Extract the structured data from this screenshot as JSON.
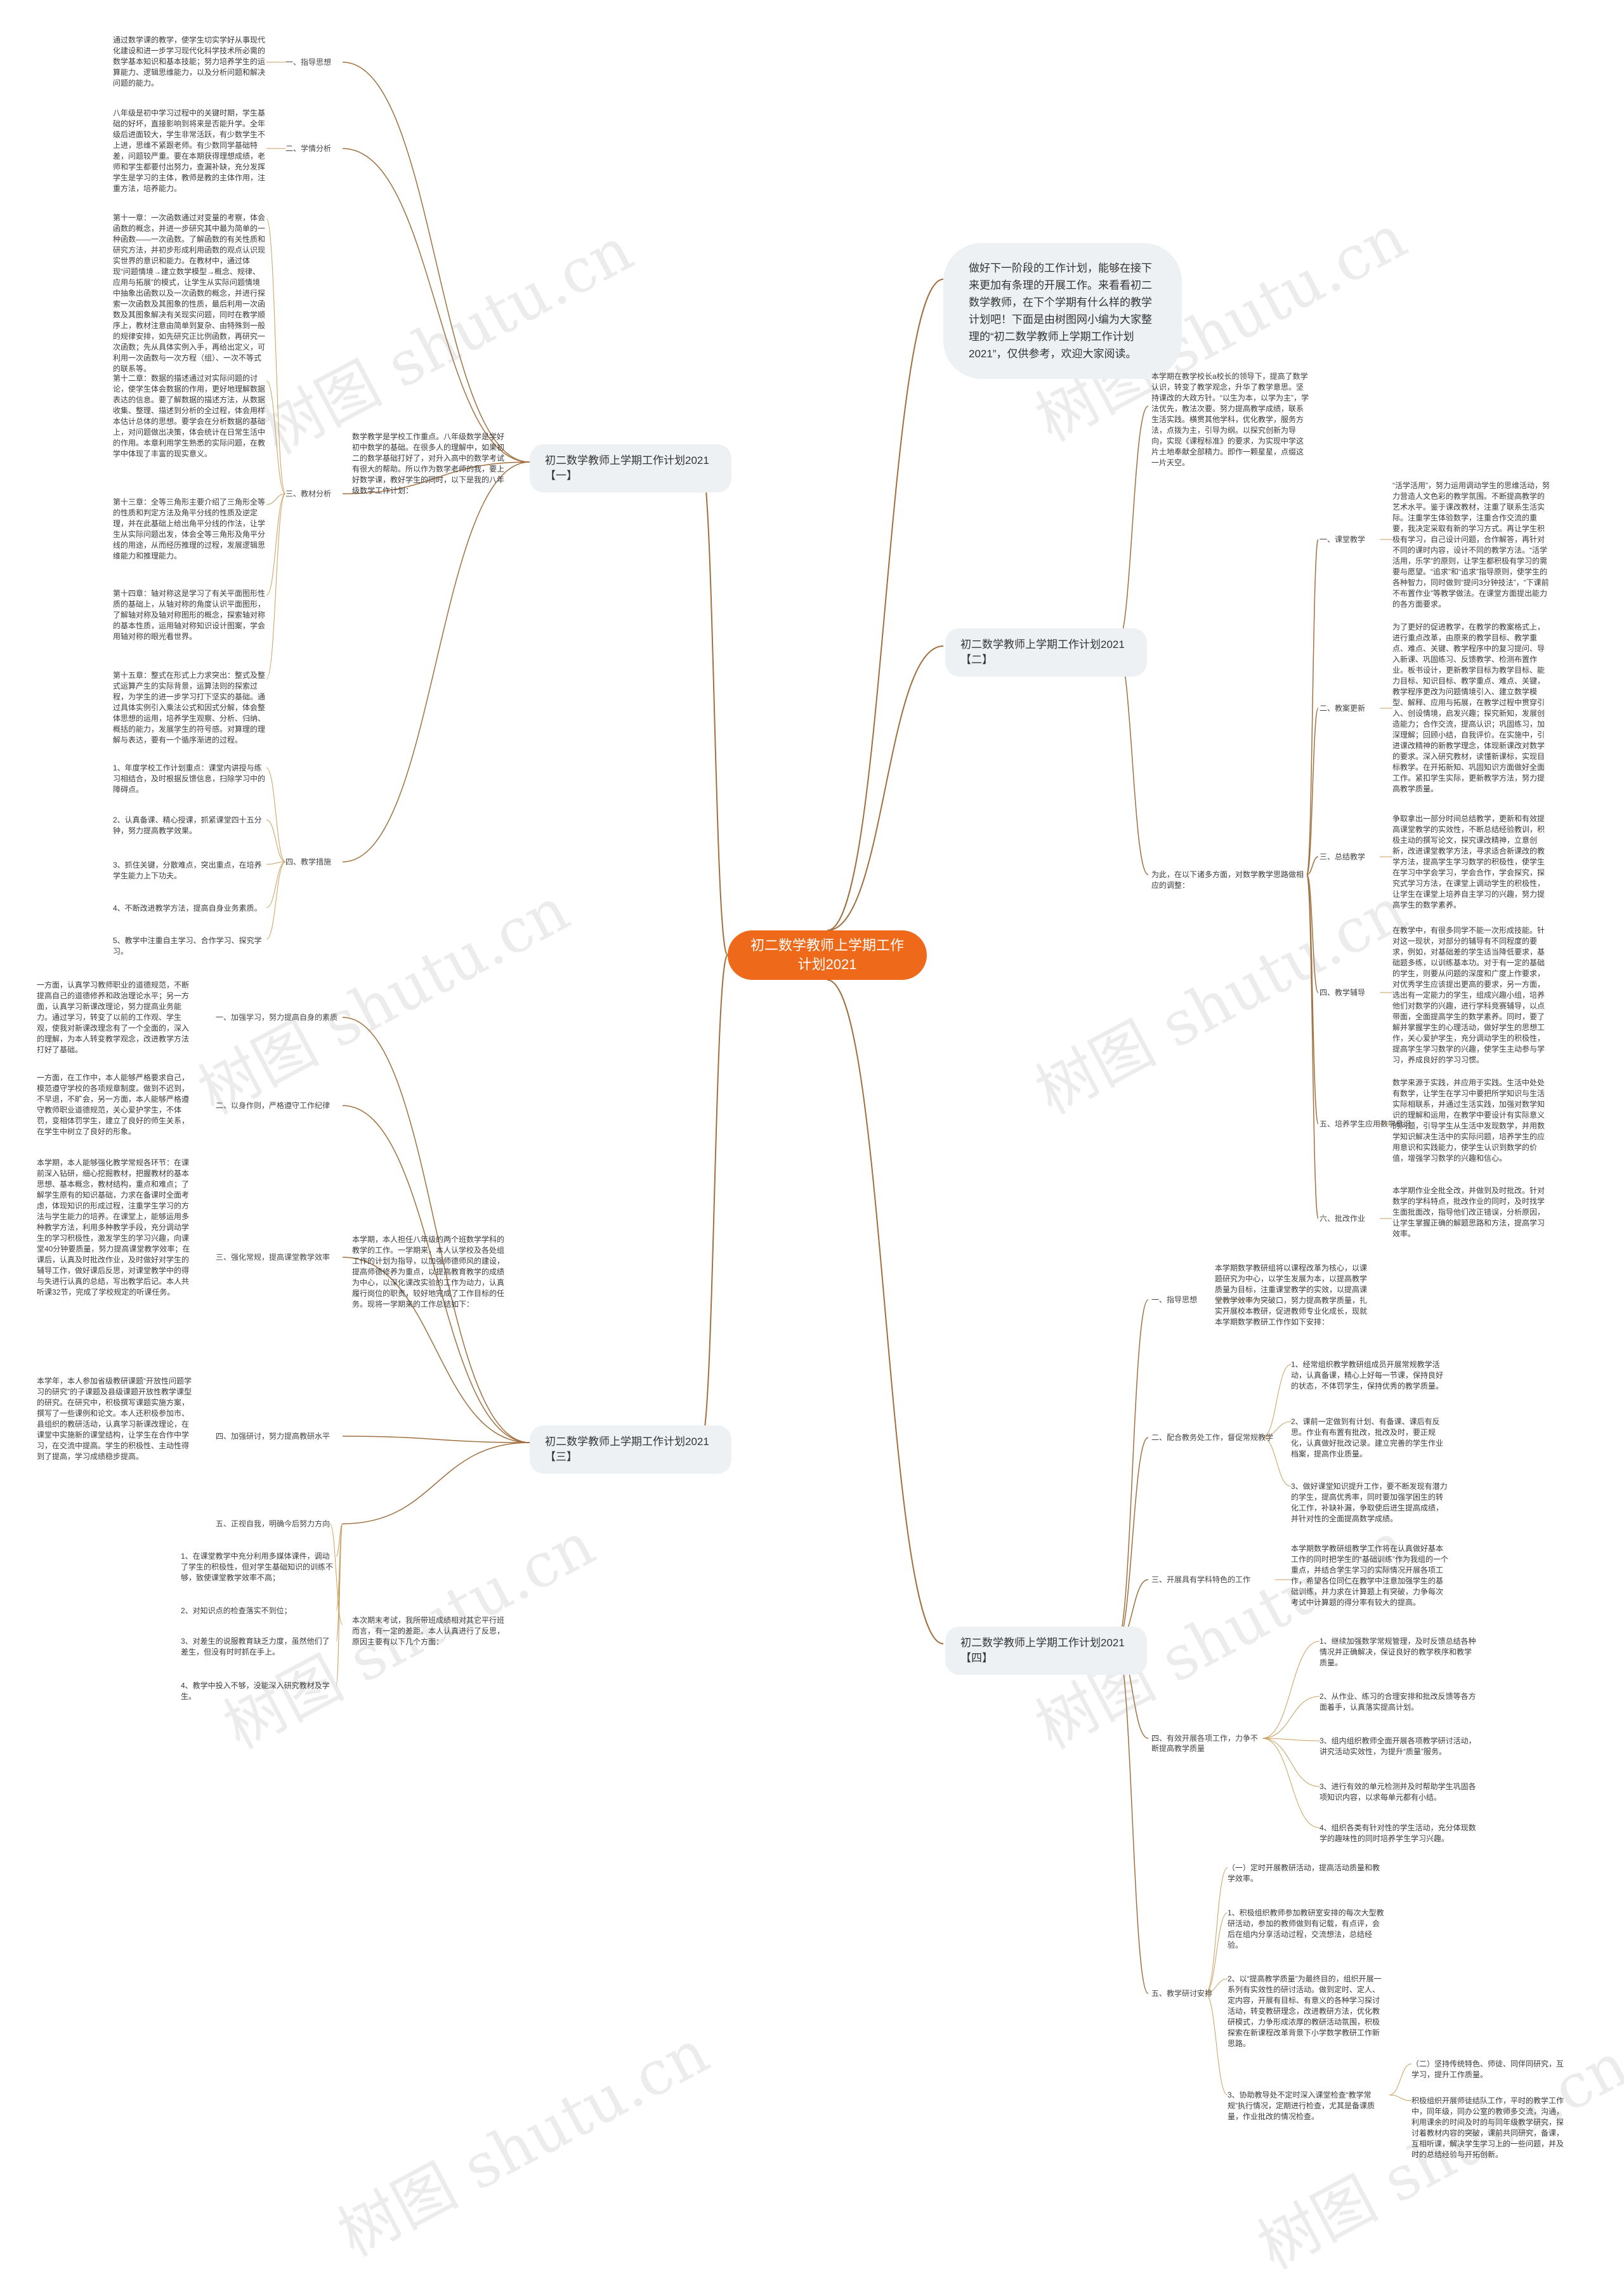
{
  "root": "初二数学教师上学期工作\n计划2021",
  "intro": "做好下一阶段的工作计划，能够在接下来更加有条理的开展工作。来看看初二数学教师，在下个学期有什么样的教学计划吧！下面是由树图网小编为大家整理的“初二数学教师上学期工作计划2021”，仅供参考，欢迎大家阅读。",
  "watermark": "树图 shutu.cn",
  "branches": {
    "b1": {
      "title": "初二数学教师上学期工作计划2021\n【一】",
      "summary": "数学教学是学校工作重点。八年级数学是学好初中数学的基础。在很多人的理解中，如果初二的数学基础打好了，对升入高中的数学考试有很大的帮助。所以作为数学老师的我，要上好数学课，教好学生的同时，以下是我的八年级数学工作计划：",
      "sections": [
        {
          "label": "一、指导思想",
          "text": "通过数学课的教学，使学生切实学好从事现代化建设和进一步学习现代化科学技术所必需的数学基本知识和基本技能；努力培养学生的运算能力、逻辑思维能力，以及分析问题和解决问题的能力。"
        },
        {
          "label": "二、学情分析",
          "text": "八年级是初中学习过程中的关键时期，学生基础的好坏，直接影响到将来是否能升学。全年级后进面较大，学生非常活跃，有少数学生不上进，思维不紧跟老师。有少数同学基础特差，问题较严重。要在本期获得理想成绩，老师和学生都要付出努力，查漏补缺，充分发挥学生是学习的主体，教师是教的主体作用，注重方法，培养能力。"
        },
        {
          "label": "三、教材分析",
          "items": [
            "第十一章：一次函数通过对变量的考察，体会函数的概念，并进一步研究其中最为简单的一种函数——一次函数。了解函数的有关性质和研究方法，并初步形成利用函数的观点认识现实世界的意识和能力。在教材中，通过体现“问题情境→建立数学模型→概念、规律、应用与拓展”的模式，让学生从实际问题情境中抽象出函数以及一次函数的概念，并进行探索一次函数及其图象的性质，最后利用一次函数及其图象解决有关现实问题，同时在教学顺序上，教材注意由简单到复杂、由特殊到一般的规律安排，如先研究正比例函数，再研究一次函数；先从具体实例入手，再给出定义，可利用一次函数与一次方程（组）、一次不等式的联系等。",
            "第十二章：数据的描述通过对实际问题的讨论，使学生体会数据的作用，更好地理解数据表达的信息。要了解数据的描述方法，从数据收集、整理、描述到分析的全过程，体会用样本估计总体的思想。要学会在分析数据的基础上，对问题做出决策，体会统计在日常生活中的作用。本章利用学生熟悉的实际问题，在教学中体现了丰富的现实意义。",
            "第十三章：全等三角形主要介绍了三角形全等的性质和判定方法及角平分线的性质及逆定理，并在此基础上给出角平分线的作法，让学生从实际问题出发，体会全等三角形及角平分线的用途，从而经历推理的过程，发展逻辑思维能力和推理能力。",
            "第十四章：轴对称这是学习了有关平面图形性质的基础上，从轴对称的角度认识平面图形，了解轴对称及轴对称图形的概念，探索轴对称的基本性质，运用轴对称知识设计图案，学会用轴对称的眼光看世界。",
            "第十五章：整式在形式上力求突出：整式及整式运算产生的实际背景，运算法则的探索过程，为学生的进一步学习打下坚实的基础。通过具体实例引入乘法公式和因式分解，体会整体思想的运用，培养学生观察、分析、归纳、概括的能力，发展学生的符号感。对算理的理解与表达，要有一个循序渐进的过程。"
          ]
        },
        {
          "label": "四、教学措施",
          "items": [
            "1、年度学校工作计划重点：课堂内讲授与练习相结合，及时根据反馈信息，扫除学习中的障碍点。",
            "2、认真备课、精心授课，抓紧课堂四十五分钟，努力提高教学效果。",
            "3、抓住关键，分散难点，突出重点，在培养学生能力上下功夫。",
            "4、不断改进教学方法，提高自身业务素质。",
            "5、教学中注重自主学习、合作学习、探究学习。"
          ]
        }
      ]
    },
    "b2": {
      "title": "初二数学教师上学期工作计划2021\n【二】",
      "summary": "本学期在教学校长a校长的领导下，提高了数学认识，转变了教学观念，升华了教学意思。坚持课改的大政方针。“以生为本，以学为主”，学法优先，教法次要。努力提高教学成绩，联系生活实践。横贯其他学科，优化教学，服务方法，点拨为主，引导为纲。以探究创新为导向，实现《课程标准》的要求，为实现中学这片土地奉献全部精力。即作一颗星星，点缀这一片天空。",
      "intro2": "为此，在以下诸多方面，对数学教学思路做相应的调整：",
      "sections": [
        {
          "label": "一、课堂教学",
          "text": "“活学活用”，努力运用调动学生的思维活动，努力营造人文色彩的教学氛围。不断提高教学的艺术水平。鉴于课改教材，注重了联系生活实际。注重学生体验数学，注重合作交流的重要，我决定采取有新的学习方式。再让学生积极有学习，自己设计问题，合作解答，再针对不同的课时内容，设计不同的教学方法。“活学活用，乐学”的原则，让学生都积极有学习的需要与愿望。“追求”和“追求”指导原则，使学生的各种智力，同时做到“提问3分钟技法”，“下课前不布置作业”等教学做法。在课堂方面提出能力的各方面要求。"
        },
        {
          "label": "二、教案更新",
          "text": "为了更好的促进教学，在教学的教案格式上，进行重点改革，由原来的教学目标、教学重点、难点、关键、教学程序中的复习提问、导入新课、巩固练习、反馈教学、检测布置作业。板书设计，更新教学目标为教学目标、能力目标、知识目标、教学重点、难点、关键，教学程序更改为问题情境引入、建立数学模型、解释、应用与拓展，在教学过程中贯穿引入、创设情境，启发兴趣；探究新知，发展创造能力；合作交流，提高认识；巩固练习，加深理解；回顾小结，自我评价。在实施中，引进课改精神的新教学理念，体现新课改对数学的要求。深入研究教材，读懂新课标，实现目标教学。在开拓新知、巩固知识方面做好全面工作。紧扣学生实际，更新教学方法，努力提高教学质量。"
        },
        {
          "label": "三、总结教学",
          "text": "争取拿出一部分时间总结教学，更新和有效提高课堂教学的实效性，不断总结经验教训，积极主动的撰写论文，探究课改精神，立意创新，改进课堂教学方法，寻求适合新课改的教学方法，提高学生学习数学的积极性，使学生在学习中学会学习，学会合作，学会探究，探究式学习方法，在课堂上调动学生的积极性，让学生在课堂上培养自主学习的兴趣，努力提高学生的数学素养。"
        },
        {
          "label": "四、教学辅导",
          "text": "在教学中，有很多同学不能一次形成技能。针对这一现状，对部分的辅导有不同程度的要求，例如，对基础差的学生适当降低要求，基础题多练，以训练基本功。对于有一定的基础的学生，则要从问题的深度和广度上作要求，对优秀学生应该提出更高的要求，另一方面，选出有一定能力的学生，组成兴趣小组，培养他们对数学的兴趣，进行学科竞赛辅导，以点带面，全面提高学生的数学素养。同时，要了解并掌握学生的心理活动，做好学生的思想工作，关心爱护学生，充分调动学生的积极性，提高学生学习数学的兴趣，使学生主动参与学习，养成良好的学习习惯。"
        },
        {
          "label": "五、培养学生应用数学意识",
          "text": "数学来源于实践，并应用于实践。生活中处处有数学，让学生在学习中要把所学知识与生活实际相联系，并通过生活实践，加强对数学知识的理解和运用，在教学中要设计有实际意义的问题，引导学生从生活中发现数学，并用数学知识解决生活中的实际问题，培养学生的应用意识和实践能力，使学生认识到数学的价值，增强学习数学的兴趣和信心。"
        },
        {
          "label": "六、批改作业",
          "text": "本学期作业全批全改，并做到及时批改。针对数学的学科特点，批改作业的同时，及时找学生面批面改，指导他们改正错误，分析原因，让学生掌握正确的解题思路和方法，提高学习效率。"
        }
      ]
    },
    "b3": {
      "title": "初二数学教师上学期工作计划2021\n【三】",
      "summary": "本学期，本人担任八年级的两个班数学学科的教学的工作。一学期来，本人认学校及各处组工作的计划为指导，以加强师德师风的建设，提高师德修养为重点，以提高教育教学的成绩为中心，以深化课改实验的工作为动力，认真履行岗位的职责，较好地完成了工作目标的任务。现将一学期来的工作总结如下：",
      "sections": [
        {
          "label": "一、加强学习，努力提高自身的素质",
          "text": "一方面，认真学习教师职业的道德规范，不断提高自己的道德修养和政治理论水平；另一方面，认真学习新课改理论，努力提高业务能力。通过学习，转变了以前的工作观、学生观，使我对新课改理念有了一个全面的，深入的理解，为本人转变教学观念，改进教学方法打好了基础。"
        },
        {
          "label": "二、以身作则，严格遵守工作纪律",
          "text": "一方面，在工作中，本人能够严格要求自己，模范遵守学校的各项规章制度。做到不迟到，不早退，不旷会，另一方面，本人能够严格遵守教师职业道德规范，关心爱护学生，不体罚，变相体罚学生，建立了良好的师生关系，在学生中树立了良好的形象。"
        },
        {
          "label": "三、强化常规，提高课堂教学效率",
          "text": "本学期，本人能够强化教学常规各环节：在课前深入钻研，细心挖掘教材，把握教材的基本思想、基本概念，教材结构，重点和难点；了解学生原有的知识基础，力求在备课时全面考虑，体现知识的形成过程，注重学生学习的方法与学生能力的培养。在课堂上，能够运用多种教学方法，利用多种教学手段，充分调动学生的学习积极性，激发学生的学习兴趣，向课堂40分钟要质量，努力提高课堂教学效率；在课后，认真及时批改作业，及时做好对学生的辅导工作，做好课后反思，对课堂教学中的得与失进行认真的总结，写出教学后记。本人共听课32节，完成了学校规定的听课任务。"
        },
        {
          "label": "四、加强研讨，努力提高教研水平",
          "text": "本学年，本人参加省级教研课题“开放性问题学习的研究”的子课题及县级课题开放性教学课型的研究。在研究中，积极撰写课题实施方案，撰写了一些课例和论文。本人还积极参加市、县组织的教研活动，认真学习新课改理论，在课堂中实施新的课堂结构，让学生在合作中学习，在交流中提高。学生的积极性、主动性得到了提高，学习成绩稳步提高。"
        },
        {
          "label": "五、正视自我，明确今后努力方向",
          "text": "本次期末考试，我所带班成绩相对其它平行班而言，有一定的差距。本人认真进行了反思，原因主要有以下几个方面：",
          "items": [
            "1、在课堂教学中充分利用多媒体课件，调动了学生的积极性，但对学生基础知识的训练不够，致使课堂教学效率不高；",
            "2、对知识点的检查落实不到位；",
            "3、对差生的说服教育缺乏力度，虽然他们了差生，但没有时时抓在手上。",
            "4、教学中投入不够，没能深入研究教材及学生。"
          ]
        }
      ]
    },
    "b4": {
      "title": "初二数学教师上学期工作计划2021\n【四】",
      "sections": [
        {
          "label": "一、指导思想",
          "text": "本学期数学教研组将以课程改革为核心，以课题研究为中心，以学生发展为本，以提高教学质量为目标，注重课堂教学的实效，以提高课堂教学效率为突破口，努力提高教学质量，扎实开展校本教研，促进教师专业化成长，现就本学期数学教研工作作如下安排："
        },
        {
          "label": "二、配合教务处工作，督促常规教学",
          "items": [
            "1、经常组织教学教研组成员开展常规教学活动，认真备课，精心上好每一节课，保持良好的状态，不体罚学生，保持优秀的教学质量。",
            "2、课前一定做到有计划、有备课、课后有反思。作业有布置有批改，批改及时，要正规化，认真做好批改记录。建立完善的学生作业档案，提高作业质量。",
            "3、做好课堂知识提升工作，要不断发现有潜力的学生，提高优秀率，同时要加强学困生的转化工作，补缺补漏，争取使后进生提高成绩，并针对性的全面提高数学成绩。"
          ]
        },
        {
          "label": "三、开展具有学科特色的工作",
          "text": "本学期数学教研组教学工作将在认真做好基本工作的同时把学生的“基础训练”作为我组的一个重点，并结合学生学习的实际情况开展各项工作，希望各位同仁在教学中注意加强学生的基础训练，并力求在计算题上有突破，力争每次考试中计算题的得分率有较大的提高。"
        },
        {
          "label": "四、有效开展各项工作，力争不断提高教学质量",
          "items": [
            "1、继续加强数学常规管理，及时反馈总结各种情况并正确解决，保证良好的教学秩序和教学质量。",
            "2、从作业、练习的合理安排和批改反馈等各方面着手，认真落实提高计划。",
            "3、组内组织教师全面开展各项教学研讨活动，讲究活动实效性，为提升“质量”服务。",
            "3、进行有效的单元检测并及时帮助学生巩固各项知识内容，以求每单元都有小结。",
            "4、组织各类有针对性的学生活动，充分体现数学的趣味性的同时培养学生学习兴趣。"
          ]
        },
        {
          "label": "五、教学研讨安排",
          "text": "（一）定时开展教研活动，提高活动质量和教学效率。",
          "items": [
            "1、积极组织教师参加教研室安排的每次大型教研活动，参加的教师做到有记载，有点评，会后在组内分享活动过程，交流想法，总结经验。",
            "2、以“提高教学质量”为最终目的，组织开展一系列有实效性的研讨活动。做到定时、定人、定内容，开展有目标、有意义的各种学习探讨活动，转变教研理念，改进教研方法，优化教研模式，力争形成浓厚的教研活动氛围，积极探索在新课程改革背景下小学数学教研工作新思路。",
            "3、协助教导处不定时深入课堂检查“教学常规”执行情况，定期进行检查，尤其是备课质量，作业批改的情况检查。"
          ],
          "subitems": [
            "（二）坚持传统特色、师徒、同伴同研究，互学习，提升工作质量。",
            "积极组织开展师徒结队工作，平时的教学工作中，同年级，同办公室的教师多交流，沟通，利用课余的时间及时的与同年级教学研究，探讨着教材内容的突破，课前共同研究，备课，互相听课，解决学生学习上的一些问题，并及时的总结经验与开拓创新。"
          ]
        }
      ]
    }
  }
}
